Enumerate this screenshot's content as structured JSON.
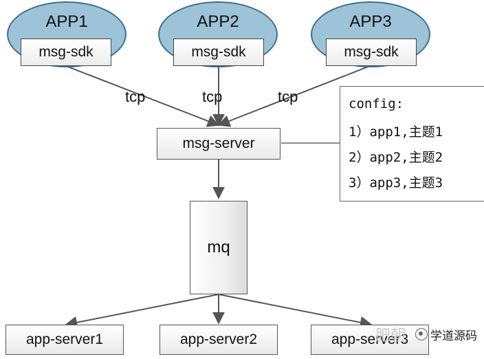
{
  "apps": [
    {
      "title": "APP1",
      "sdk": "msg-sdk"
    },
    {
      "title": "APP2",
      "sdk": "msg-sdk"
    },
    {
      "title": "APP3",
      "sdk": "msg-sdk"
    }
  ],
  "edge_label": "tcp",
  "msg_server": "msg-server",
  "queue": "mq",
  "config": {
    "title": "config:",
    "lines": [
      "1）app1,主题1",
      "2）app2,主题2",
      "3）app3,主题3"
    ]
  },
  "app_servers": [
    "app-server1",
    "app-server2",
    "app-server3"
  ],
  "watermark": {
    "faint": "肥朝",
    "text": "学道源码"
  },
  "colors": {
    "app_fill": "#9cc3d8",
    "app_border": "#3f6f8c",
    "line": "#555555"
  }
}
